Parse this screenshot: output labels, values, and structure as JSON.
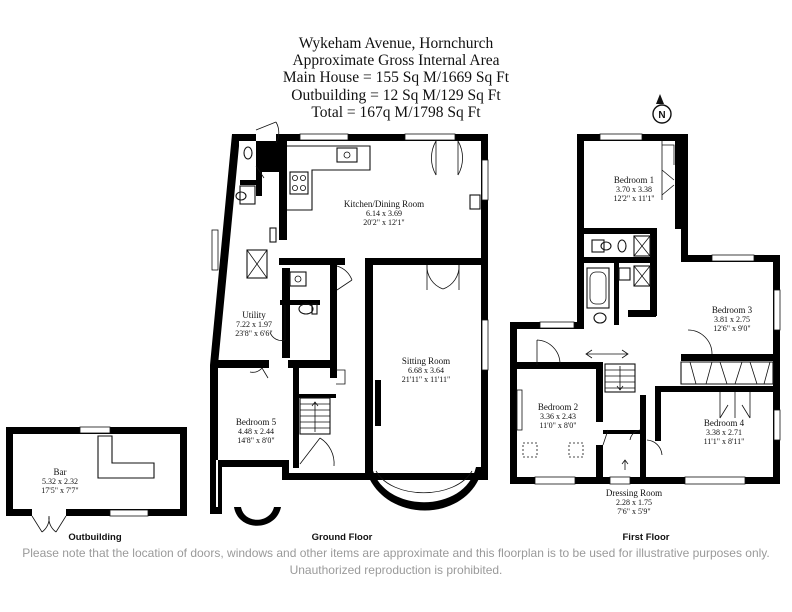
{
  "header": {
    "address": "Wykeham Avenue, Hornchurch",
    "subtitle": "Approximate Gross Internal Area",
    "main_house": "Main House = 155 Sq M/1669 Sq Ft",
    "outbuilding": "Outbuilding = 12 Sq M/129 Sq Ft",
    "total": "Total  = 167q M/1798 Sq Ft"
  },
  "compass": {
    "letter": "N",
    "icon": "north-compass-icon"
  },
  "rooms": {
    "bar": {
      "name": "Bar",
      "metric": "5.32 x 2.32",
      "imperial": "17'5\" x 7'7\""
    },
    "kitchen": {
      "name": "Kitchen/Dining Room",
      "metric": "6.14 x 3.69",
      "imperial": "20'2\" x 12'1\""
    },
    "utility": {
      "name": "Utility",
      "metric": "7.22 x 1.97",
      "imperial": "23'8\" x 6'6\""
    },
    "sitting": {
      "name": "Sitting Room",
      "metric": "6.68 x 3.64",
      "imperial": "21'11\" x 11'11\""
    },
    "bedroom5": {
      "name": "Bedroom 5",
      "metric": "4.48 x 2.44",
      "imperial": "14'8\" x 8'0\""
    },
    "bedroom1": {
      "name": "Bedroom 1",
      "metric": "3.70 x 3.38",
      "imperial": "12'2\" x 11'1\""
    },
    "bedroom3": {
      "name": "Bedroom 3",
      "metric": "3.81 x 2.75",
      "imperial": "12'6\" x 9'0\""
    },
    "bedroom2": {
      "name": "Bedroom 2",
      "metric": "3.36 x 2.43",
      "imperial": "11'0\" x 8'0\""
    },
    "bedroom4": {
      "name": "Bedroom 4",
      "metric": "3.38 x 2.71",
      "imperial": "11'1\" x 8'11\""
    },
    "dressing": {
      "name": "Dressing Room",
      "metric": "2.28 x 1.75",
      "imperial": "7'6\" x 5'9\""
    }
  },
  "floors": {
    "outbuilding": "Outbuilding",
    "ground": "Ground Floor",
    "first": "First Floor"
  },
  "disclaimer": "Please note that the location of doors, windows and other items are approximate and this floorplan is to be used for illustrative purposes only. Unauthorized reproduction is prohibited.",
  "colors": {
    "walls": "#000000",
    "text": "#111111",
    "disclaimer": "#9a9a9a"
  }
}
